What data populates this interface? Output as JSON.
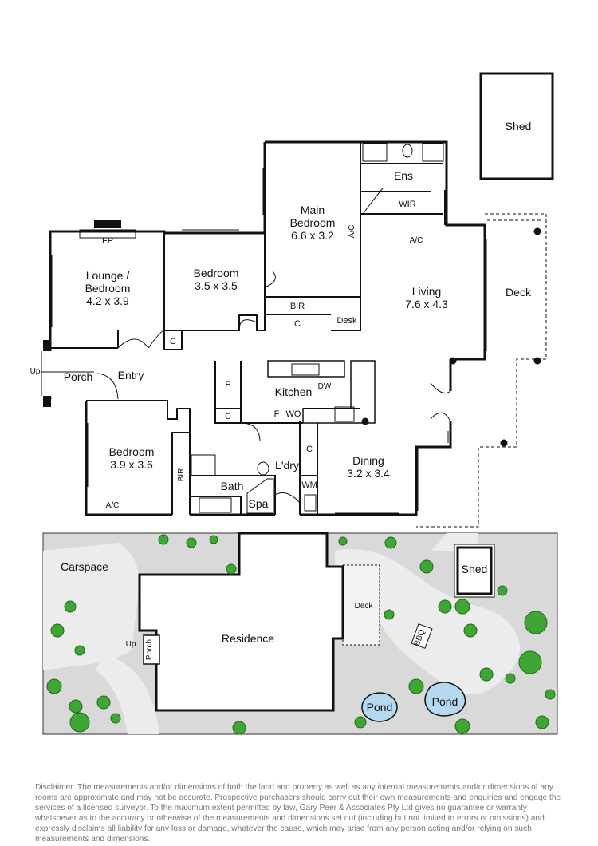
{
  "floorplan": {
    "rooms": {
      "shed": {
        "name": "Shed"
      },
      "ens": {
        "name": "Ens"
      },
      "wir": {
        "name": "WIR"
      },
      "main_bedroom": {
        "name": "Main",
        "name2": "Bedroom",
        "dims": "6.6 x 3.2"
      },
      "ac_main": {
        "name": "A/C"
      },
      "ac_living": {
        "name": "A/C"
      },
      "living": {
        "name": "Living",
        "dims": "7.6 x 4.3"
      },
      "deck": {
        "name": "Deck"
      },
      "lounge": {
        "name": "Lounge /",
        "name2": "Bedroom",
        "dims": "4.2 x 3.9"
      },
      "fp": {
        "name": "FP"
      },
      "bedroom2": {
        "name": "Bedroom",
        "dims": "3.5 x 3.5"
      },
      "bir_main": {
        "name": "BIR"
      },
      "c_main": {
        "name": "C"
      },
      "desk": {
        "name": "Desk"
      },
      "c_hall": {
        "name": "C"
      },
      "up": {
        "name": "Up"
      },
      "porch": {
        "name": "Porch"
      },
      "entry": {
        "name": "Entry"
      },
      "p": {
        "name": "P"
      },
      "kitchen": {
        "name": "Kitchen"
      },
      "dw": {
        "name": "DW"
      },
      "c_kitchen": {
        "name": "C"
      },
      "f": {
        "name": "F"
      },
      "wo": {
        "name": "WO"
      },
      "bedroom3": {
        "name": "Bedroom",
        "dims": "3.9 x 3.6"
      },
      "bir_bed3": {
        "name": "BIR"
      },
      "ac_bed3": {
        "name": "A/C"
      },
      "bath": {
        "name": "Bath"
      },
      "spa": {
        "name": "Spa"
      },
      "ldry": {
        "name": "L'dry"
      },
      "c_ldry": {
        "name": "C"
      },
      "wm": {
        "name": "WM"
      },
      "dining": {
        "name": "Dining",
        "dims": "3.2 x 3.4"
      }
    }
  },
  "siteplan": {
    "carspace": "Carspace",
    "residence": "Residence",
    "deck": "Deck",
    "shed": "Shed",
    "bbq": "BBQ",
    "up": "Up",
    "porch": "Porch",
    "pond1": "Pond",
    "pond2": "Pond"
  },
  "colors": {
    "wall": "#111111",
    "lawn": "#d9d9d9",
    "path": "#bfbfbf",
    "tree": "#3fa535",
    "pond": "#b6d9f2"
  },
  "disclaimer": "Disclaimer: The measurements and/or dimensions of both the land and property as well as any internal measurements and/or dimensions of any rooms are approximate and may not be accurate. Prospective purchasers should carry out their own measurements and enquiries and engage the services of a licensed surveyor. To the maximum extent permitted by law, Gary Peer & Associates Pty Ltd gives no guarantee or warranty whatsoever as to the accuracy or otherwise of the measurements and dimensions set out (including but not limited to errors or omissions) and expressly disclaims all liability for any loss or damage, whatever the cause, which may arise from any person acting and/or relying on such measurements and dimensions."
}
